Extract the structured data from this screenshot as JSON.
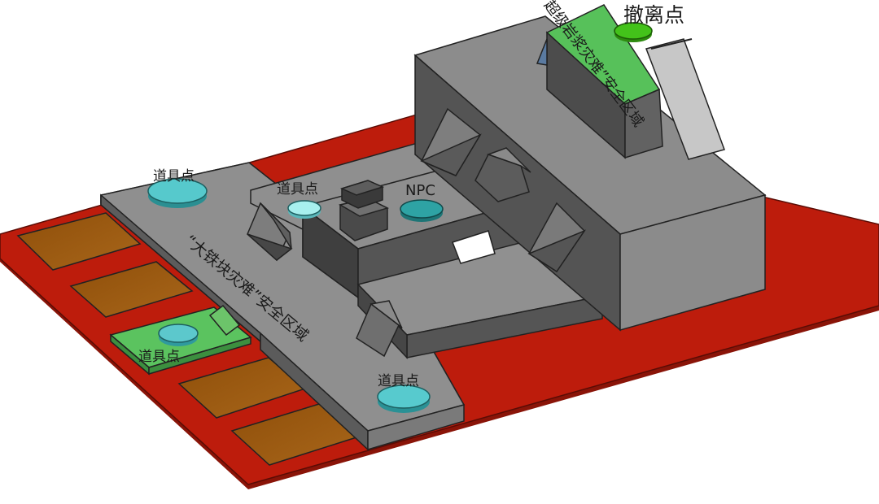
{
  "labels": {
    "item_point_top_left": "道具点",
    "item_point_center": "道具点",
    "item_point_green": "道具点",
    "item_point_bottom": "道具点",
    "npc": "NPC",
    "evac_point": "撤离点",
    "iron_block_zone": "“大铁块灾难”安全区域",
    "lava_zone": "超级岩浆灾难”安全区域"
  },
  "colors": {
    "red_floor": "#bd1c0c",
    "platform_gray": "#8f8f8f",
    "brown_pad": "#9a5a12",
    "green_zone": "#57c15a",
    "item_cyan": "#55c8cc",
    "npc_teal": "#2ea3a4",
    "evac_green": "#43c21a"
  },
  "icons": [
    "cyan-disc-icon",
    "teal-disc-icon",
    "green-disc-icon",
    "ramp-icon",
    "crate-icon"
  ]
}
